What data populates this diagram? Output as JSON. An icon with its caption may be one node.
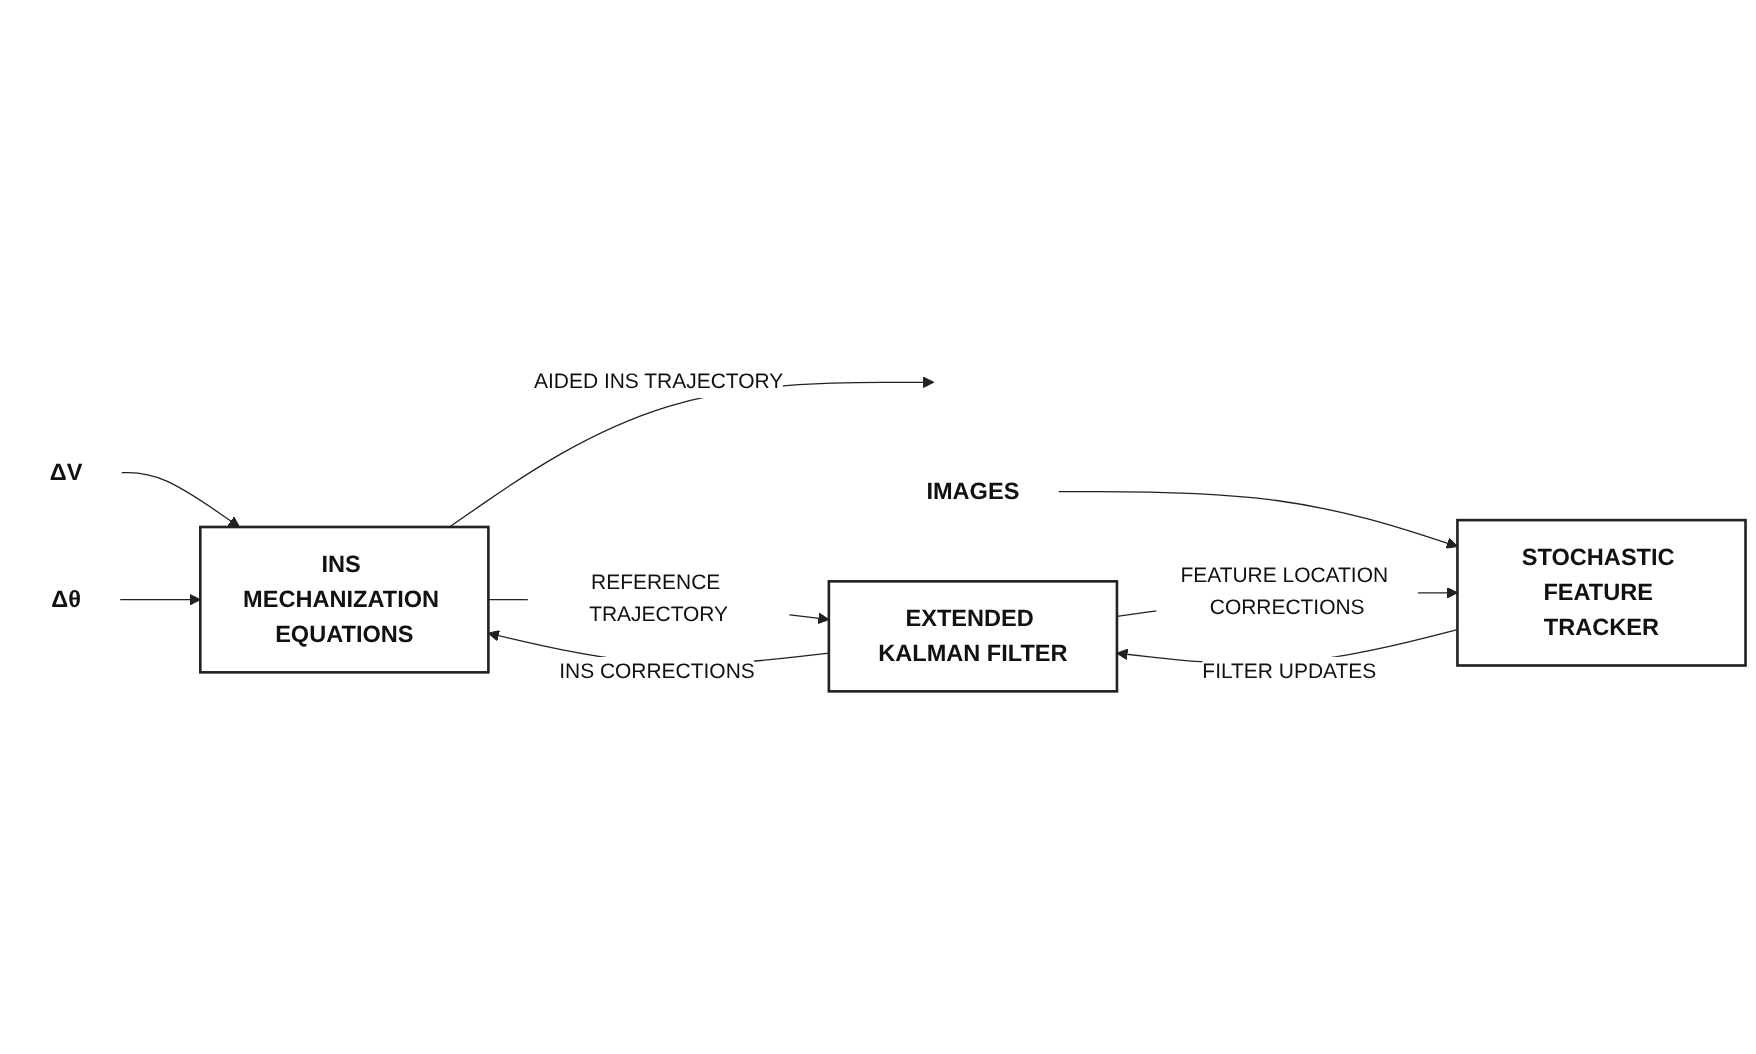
{
  "diagram": {
    "nodes": [
      {
        "text": [
          "ΔV"
        ]
      },
      {
        "text": [
          "Δθ"
        ]
      },
      {
        "text": [
          "INS MECHANIZATION EQUATIONS"
        ]
      },
      {
        "text": [
          "EXTENDED KALMAN FILTER"
        ]
      },
      {
        "text": [
          "IMAGES"
        ]
      },
      {
        "text": [
          "STOCHASTIC FEATURE TRACKER"
        ]
      }
    ],
    "edges": [
      {
        "from": 0,
        "to": 2,
        "arrow": "to"
      },
      {
        "from": 1,
        "to": 2,
        "arrow": "to"
      },
      {
        "from": 2,
        "to": null,
        "arrow": "to",
        "label": "AIDED INS TRAJECTORY"
      },
      {
        "from": 2,
        "to": 3,
        "arrow": "to",
        "label": "REFERENCE TRAJECTORY"
      },
      {
        "from": 3,
        "to": 2,
        "arrow": "to",
        "label": "INS CORRECTIONS"
      },
      {
        "from": 3,
        "to": 5,
        "arrow": "to",
        "label": "FEATURE LOCATION CORRECTIONS"
      },
      {
        "from": 4,
        "to": 5,
        "arrow": "to"
      },
      {
        "from": 5,
        "to": 3,
        "arrow": "to",
        "label": "FILTER UPDATES"
      }
    ]
  }
}
